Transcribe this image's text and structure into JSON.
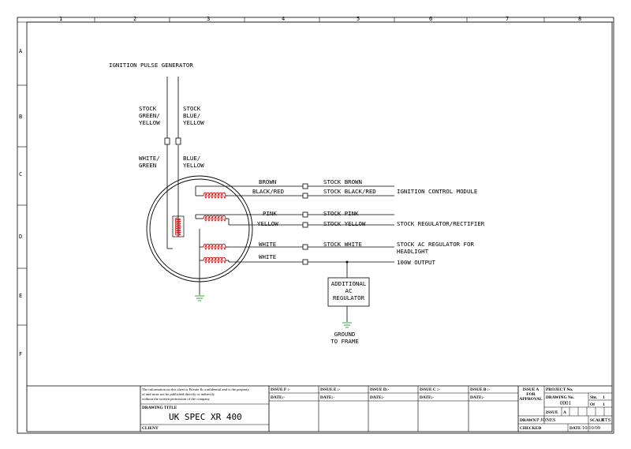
{
  "grid": {
    "columns": [
      "1",
      "2",
      "3",
      "4",
      "5",
      "6",
      "7",
      "8"
    ],
    "rows": [
      "A",
      "B",
      "C",
      "D",
      "E",
      "F"
    ]
  },
  "diagram": {
    "title": "IGNITION PULSE GENERATOR",
    "left_top_wire": [
      "STOCK",
      "GREEN/",
      "YELLOW"
    ],
    "right_top_wire": [
      "STOCK",
      "BLUE/",
      "YELLOW"
    ],
    "left_bottom_wire": [
      "WHITE/",
      "GREEN"
    ],
    "right_bottom_wire": [
      "BLUE/",
      "YELLOW"
    ],
    "wires": [
      {
        "left": "BROWN",
        "right": "STOCK BROWN"
      },
      {
        "left": "BLACK/RED",
        "right": "STOCK BLACK/RED"
      },
      {
        "left": "PINK",
        "right": "STOCK PINK"
      },
      {
        "left": "YELLOW",
        "right": "STOCK YELLOW"
      },
      {
        "left": "WHITE",
        "right": "STOCK WHITE"
      },
      {
        "left": "WHITE",
        "right": ""
      }
    ],
    "dest_ignition": "IGNITION CONTROL MODULE",
    "dest_regulator": "STOCK REGULATOR/RECTIFIER",
    "dest_ac": [
      "STOCK AC REGULATOR FOR",
      "HEADLIGHT"
    ],
    "dest_output": "100W OUTPUT",
    "additional_reg": [
      "ADDITIONAL",
      "AC",
      "REGULATOR"
    ],
    "ground": [
      "GROUND",
      "TO FRAME"
    ]
  },
  "title_block": {
    "notice": [
      "The information on this sheet is Private & confidential and is the property",
      "of                         and must not be published directly or indirectly",
      "without the written permission of the company"
    ],
    "drawing_title_label": "DRAWING TITLE",
    "drawing_title": "UK SPEC XR 400",
    "client_label": "CLIENT",
    "issues": [
      "ISSUE F :-",
      "ISSUE E :-",
      "ISSUE D:-",
      "ISSUE C :-",
      "ISSUE B :-"
    ],
    "date_label": "DATE:-",
    "issue_a_for_approval": [
      "ISSUE A",
      "FOR",
      "APPROVAL"
    ],
    "project_label": "PROJECT No.",
    "drawing_no_label": "DRAWING No.",
    "drawing_no": "0001",
    "sht_label": "Sht.",
    "sht_value": "1",
    "of_label": "Of",
    "of_value": "1",
    "issue_label": "ISSUE",
    "issue_value": "A",
    "drawn_label": "DRAWN",
    "drawn_value": "P JONES",
    "scale_label": "SCALE",
    "scale_value": "NTS",
    "checked_label": "CHECKED",
    "date2_label": "DATE",
    "date2_value": "10/10/09"
  }
}
